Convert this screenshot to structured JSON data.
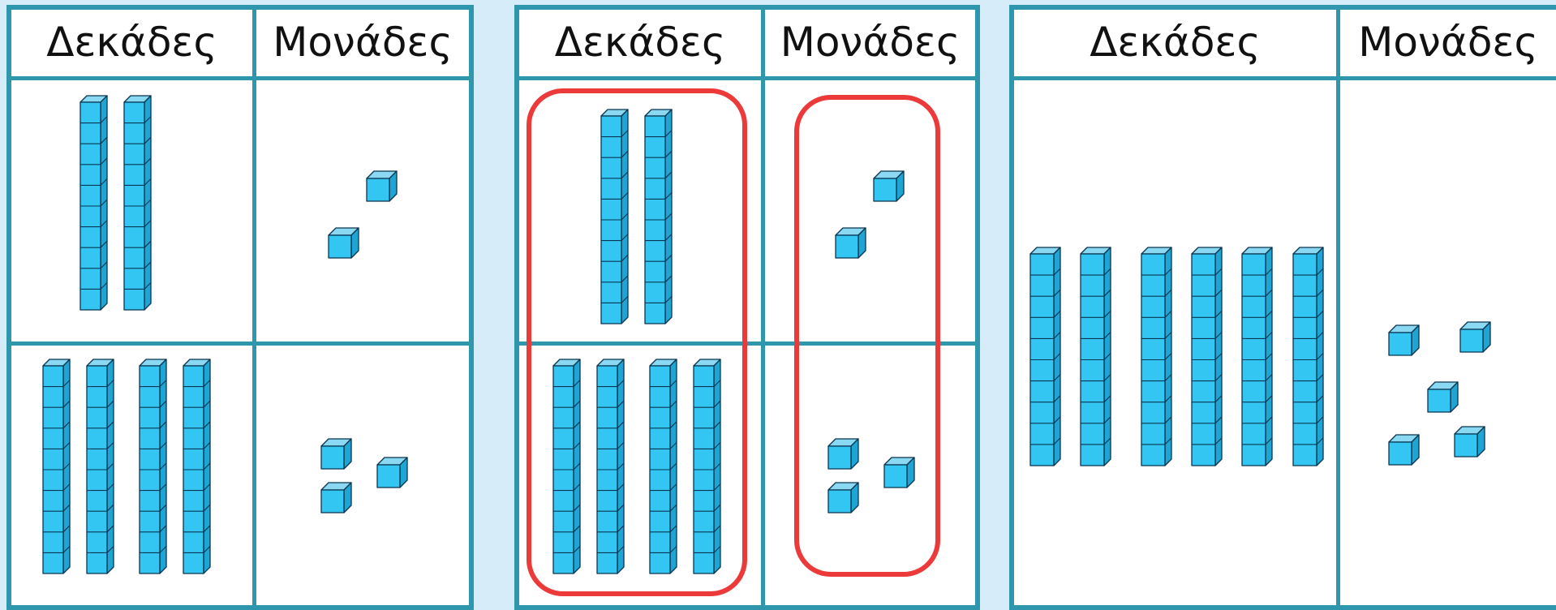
{
  "colors": {
    "background": "#d6ecf8",
    "panel": "#ffffff",
    "border": "#2f97ad",
    "cube_front": "#33c6f2",
    "cube_top": "#8ad8f2",
    "cube_side": "#1fa5d3",
    "cube_edge": "#0a3550",
    "highlight": "#ec3a3a"
  },
  "panels": [
    {
      "headers": {
        "tens": "Δεκάδες",
        "units": "Μονάδες"
      },
      "rows": [
        {
          "tens": 2,
          "units": 2
        },
        {
          "tens": 4,
          "units": 3
        }
      ]
    },
    {
      "headers": {
        "tens": "Δεκάδες",
        "units": "Μονάδες"
      },
      "rows": [
        {
          "tens": 2,
          "units": 2
        },
        {
          "tens": 4,
          "units": 3
        }
      ],
      "highlighted_columns": [
        "tens",
        "units"
      ]
    },
    {
      "headers": {
        "tens": "Δεκάδες",
        "units": "Μονάδες"
      },
      "rows": [
        {
          "tens": 6,
          "units": 5
        }
      ]
    }
  ]
}
